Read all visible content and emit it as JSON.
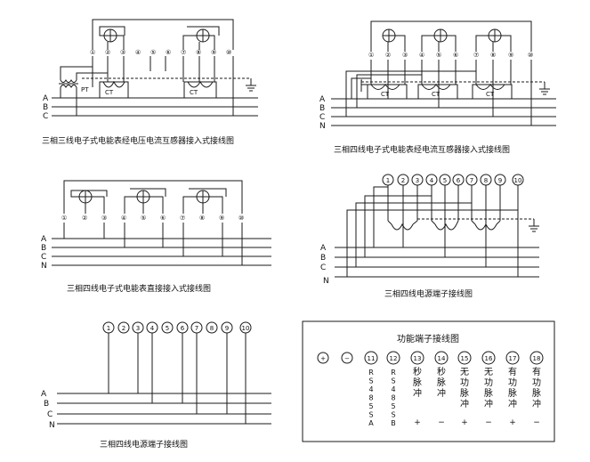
{
  "captions": {
    "d1": "三相三线电子式电能表经电压电流互感器接入式接线图",
    "d2": "三相四线电子式电能表经电流互感器接入式接线图",
    "d3": "三相四线电子式电能表直接接入式接线图",
    "d4": "三相四线电源端子接线图",
    "d5": "三相四线电源端子接线图"
  },
  "phases": [
    "A",
    "B",
    "C",
    "N"
  ],
  "ct_label": "CT",
  "pt_label": "PT",
  "terminals10": [
    "①",
    "②",
    "③",
    "④",
    "⑤",
    "⑥",
    "⑦",
    "⑧",
    "⑨",
    "⑩"
  ],
  "func_panel": {
    "title": "功能端子接线图",
    "plus": "+",
    "minus": "−",
    "terminals": [
      {
        "num": "11",
        "label": [
          "R",
          "S",
          "4",
          "8",
          "5",
          "S",
          "A"
        ],
        "sign": ""
      },
      {
        "num": "12",
        "label": [
          "R",
          "S",
          "4",
          "8",
          "5",
          "S",
          "B"
        ],
        "sign": ""
      },
      {
        "num": "13",
        "label": [
          "秒",
          "脉",
          "冲"
        ],
        "sign": "+"
      },
      {
        "num": "14",
        "label": [
          "秒",
          "脉",
          "冲"
        ],
        "sign": "−"
      },
      {
        "num": "15",
        "label": [
          "无",
          "功",
          "脉",
          "冲"
        ],
        "sign": "+"
      },
      {
        "num": "16",
        "label": [
          "无",
          "功",
          "脉",
          "冲"
        ],
        "sign": "−"
      },
      {
        "num": "17",
        "label": [
          "有",
          "功",
          "脉",
          "冲"
        ],
        "sign": "+"
      },
      {
        "num": "18",
        "label": [
          "有",
          "功",
          "脉",
          "冲"
        ],
        "sign": "−"
      }
    ]
  }
}
